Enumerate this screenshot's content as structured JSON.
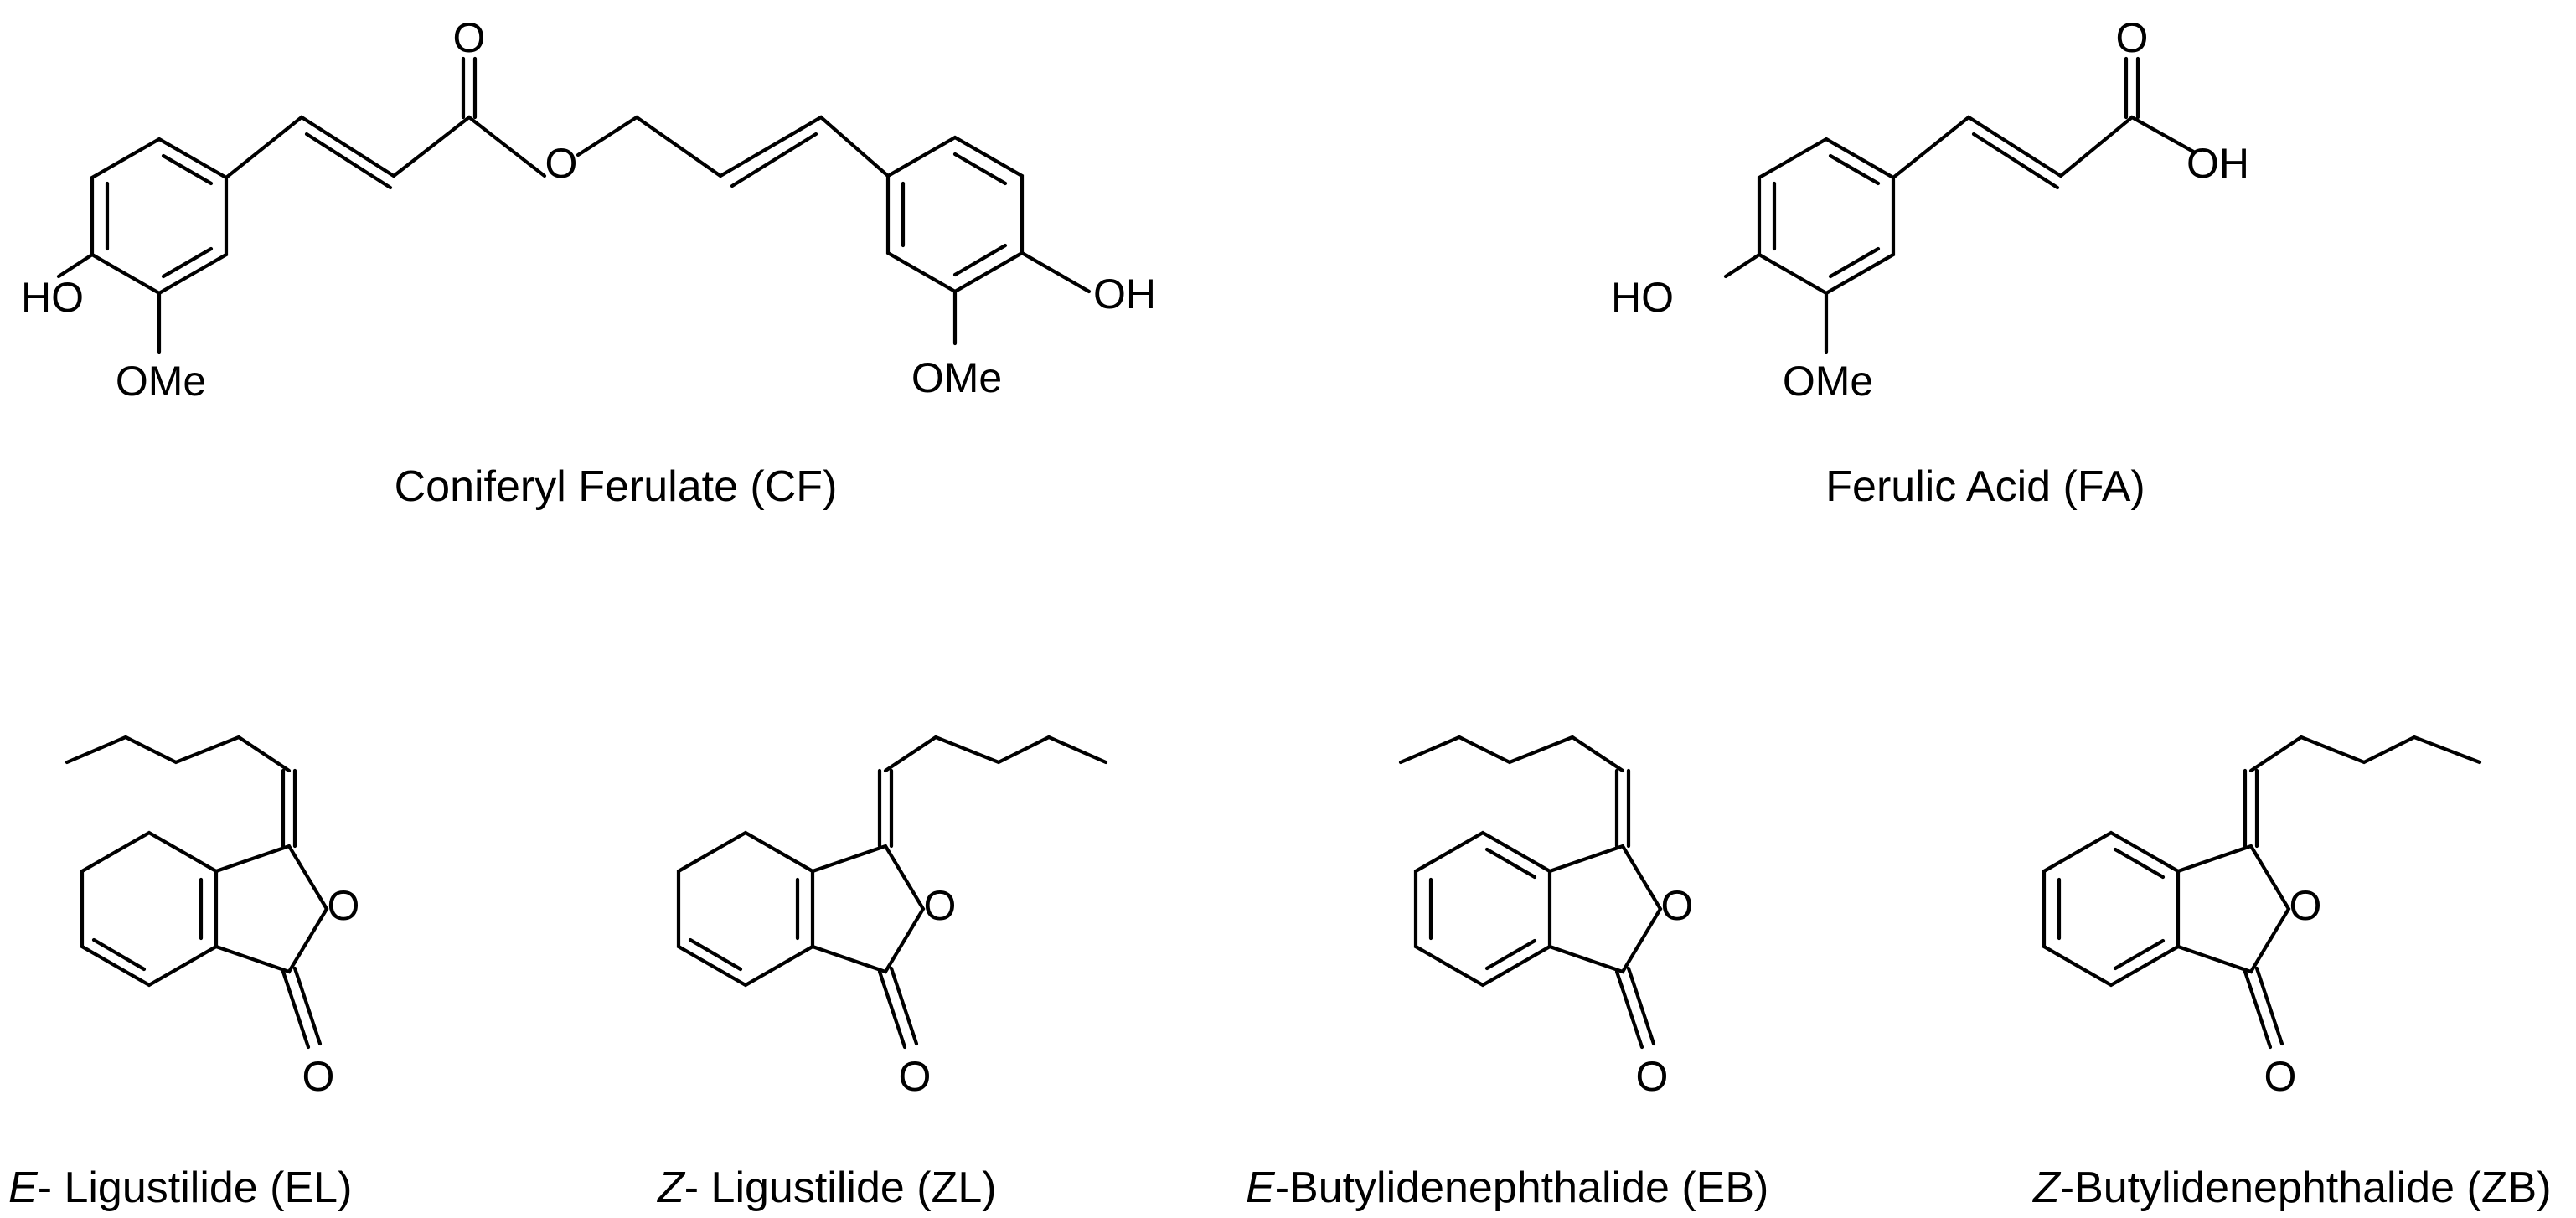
{
  "compounds": {
    "cf": {
      "name": "Coniferyl Ferulate (CF)",
      "atoms": {
        "carbonyl_o": "O",
        "ester_o": "O",
        "ho": "HO",
        "ome_left": "OMe",
        "oh": "OH",
        "ome_right": "OMe"
      }
    },
    "fa": {
      "name": "Ferulic Acid (FA)",
      "atoms": {
        "carbonyl_o": "O",
        "oh": "OH",
        "ho": "HO",
        "ome": "OMe"
      }
    },
    "el": {
      "name_prefix": "E",
      "name_rest": "- Ligustilide (EL)",
      "atoms": {
        "ring_o": "O",
        "carbonyl_o": "O"
      }
    },
    "zl": {
      "name_prefix": "Z",
      "name_rest": "- Ligustilide (ZL)",
      "atoms": {
        "ring_o": "O",
        "carbonyl_o": "O"
      }
    },
    "eb": {
      "name_prefix": "E",
      "name_rest": "-Butylidenephthalide (EB)",
      "atoms": {
        "ring_o": "O",
        "carbonyl_o": "O"
      }
    },
    "zb": {
      "name_prefix": "Z",
      "name_rest": "-Butylidenephthalide (ZB)",
      "atoms": {
        "ring_o": "O",
        "carbonyl_o": "O"
      }
    }
  }
}
